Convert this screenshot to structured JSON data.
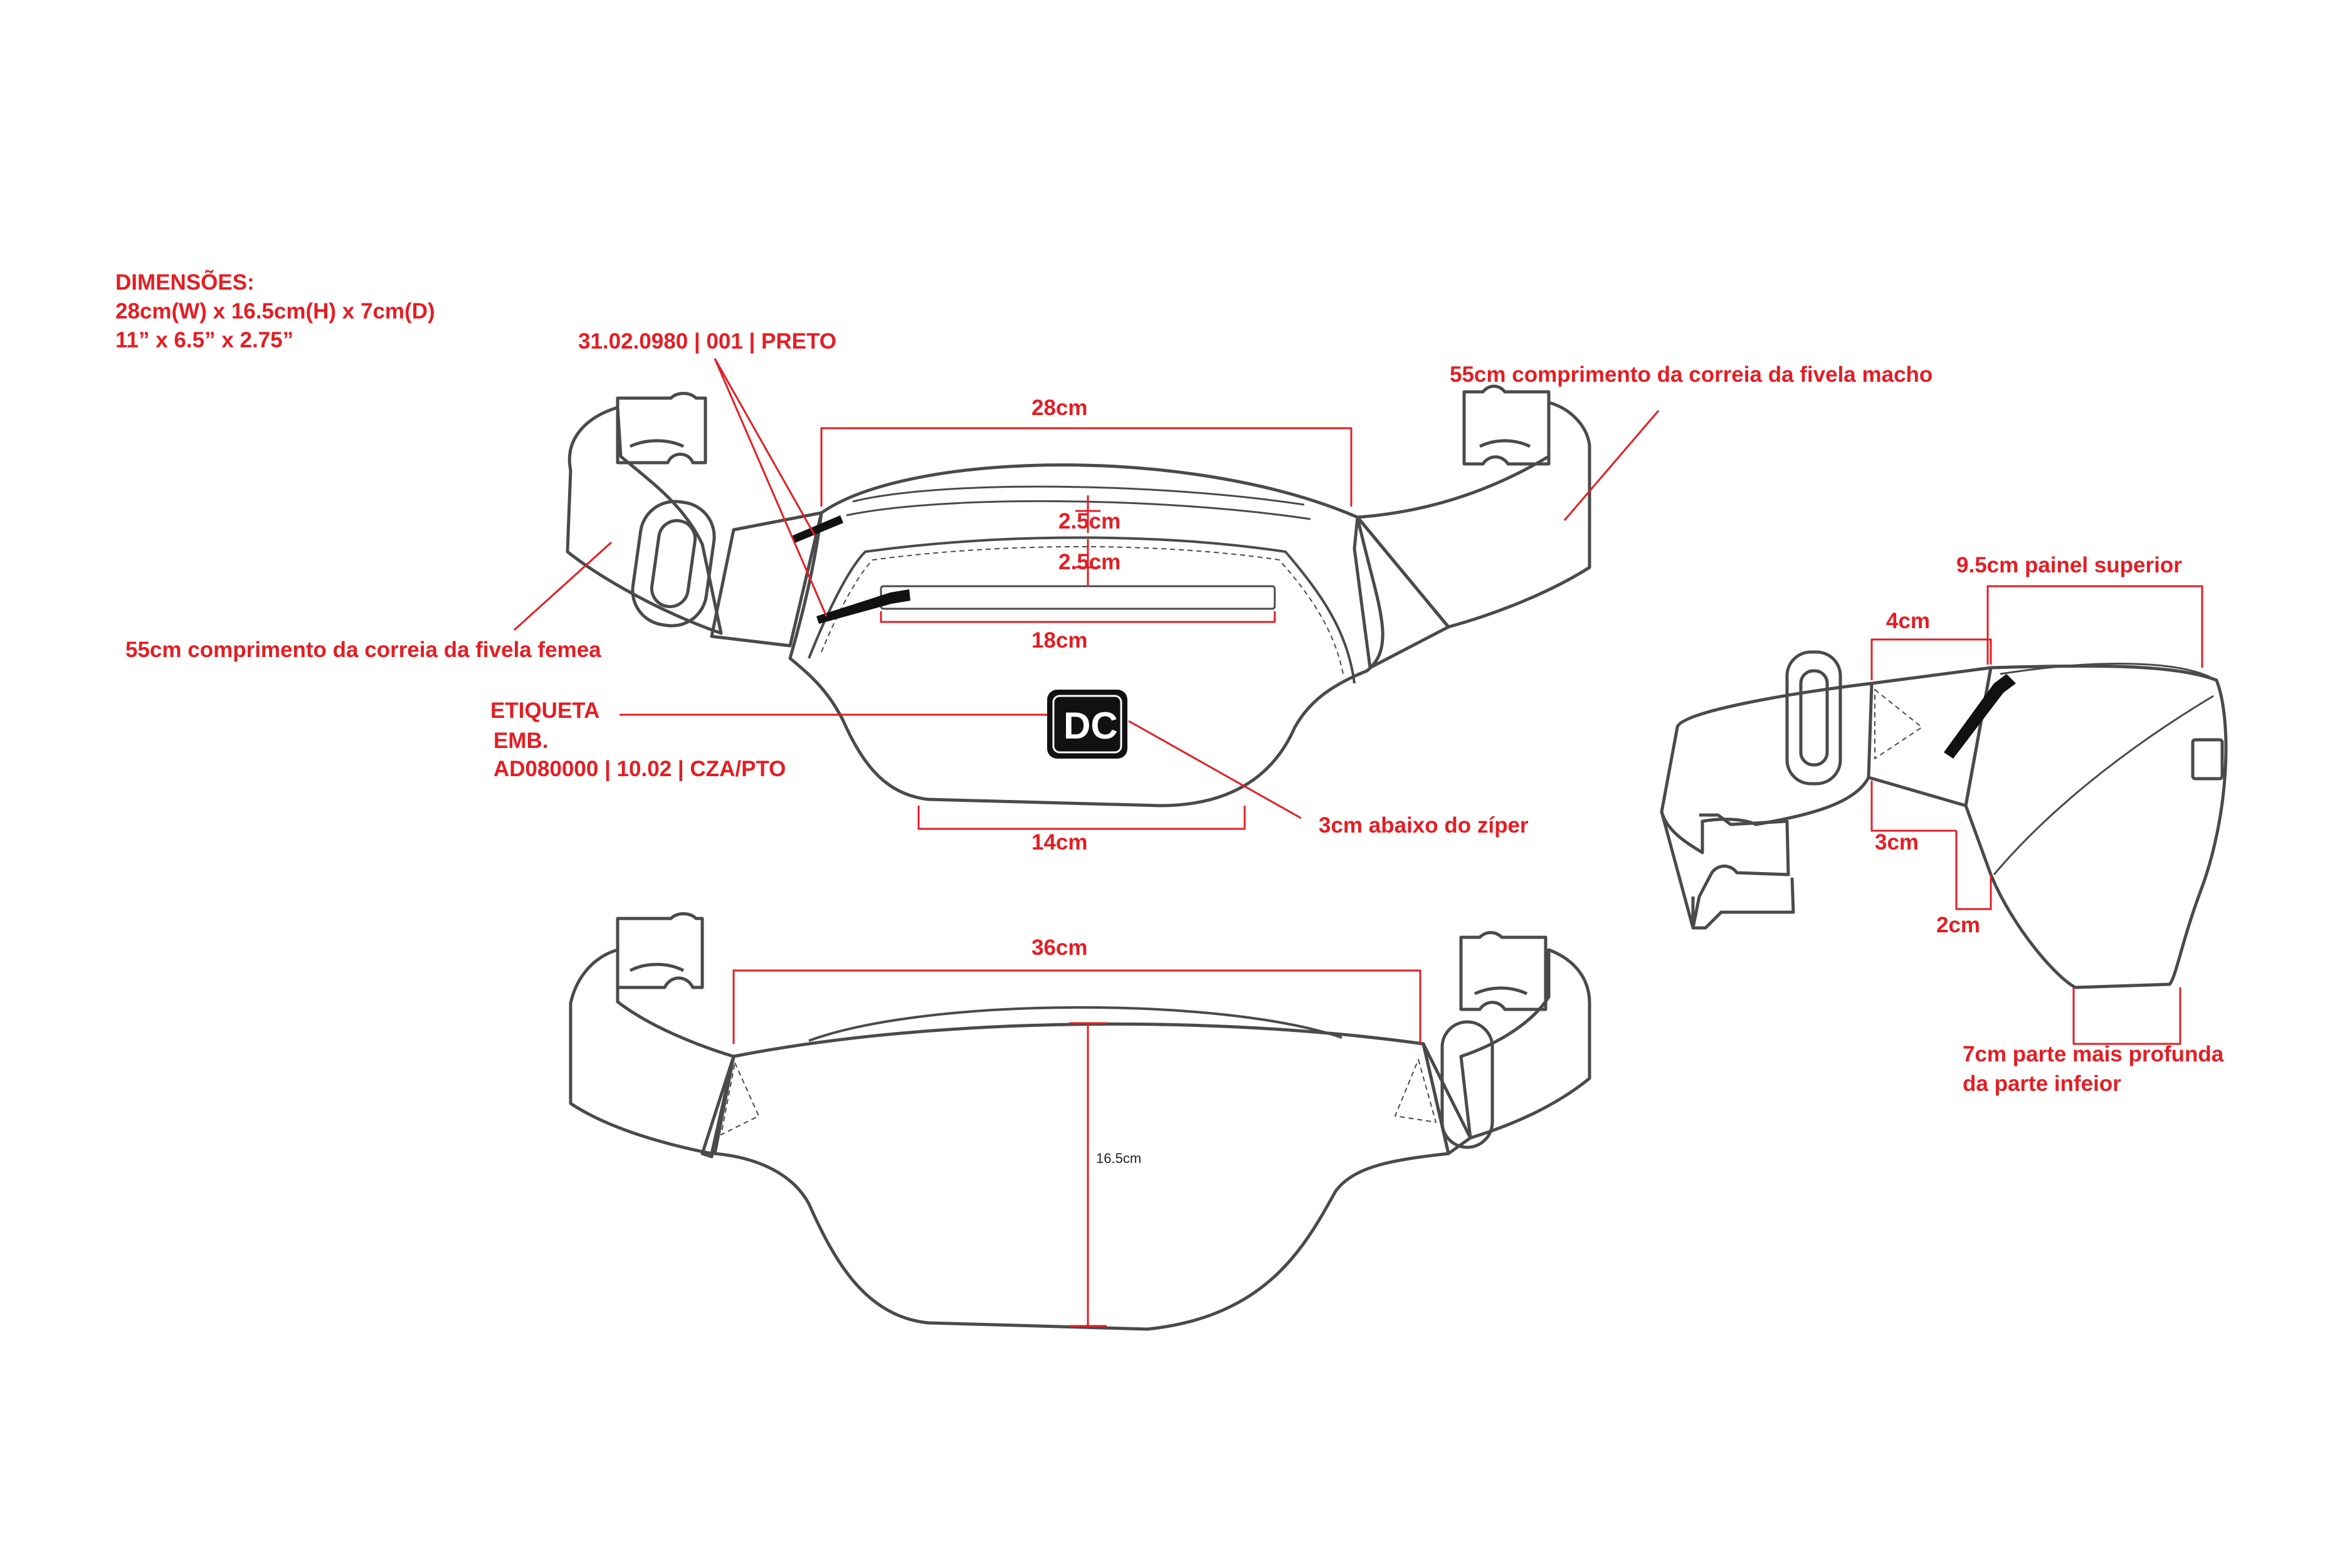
{
  "colors": {
    "annotation": "#e31e24",
    "outline": "#4a4a4a",
    "logo_fill": "#111111",
    "background": "#ffffff"
  },
  "dimensions_block": {
    "heading": "DIMENSÕES:",
    "metric": "28cm(W) x 16.5cm(H) x 7cm(D)",
    "imperial": "11” x 6.5” x 2.75”"
  },
  "front_view": {
    "zipper_code": "31.02.0980 | 001 | PRETO",
    "width_top": "28cm",
    "gap_top": "2.5cm",
    "gap_pocket": "2.5cm",
    "pocket_zip_width": "18cm",
    "bottom_width": "14cm",
    "left_strap": "55cm comprimento da correia da fivela femea",
    "right_strap": "55cm comprimento da correia da fivela macho",
    "label_title": "ETIQUETA",
    "label_line2": "EMB.",
    "label_code": "AD080000 | 10.02 | CZA/PTO",
    "label_position": "3cm abaixo do zíper",
    "logo_icon": "dc-logo-icon"
  },
  "back_view": {
    "width": "36cm",
    "height": "16.5cm"
  },
  "side_view": {
    "top_panel": "9.5cm painel superior",
    "strap_tab": "4cm",
    "lower_tab": "3cm",
    "offset": "2cm",
    "depth_line1": "7cm parte mais profunda",
    "depth_line2": "da parte infeior"
  }
}
